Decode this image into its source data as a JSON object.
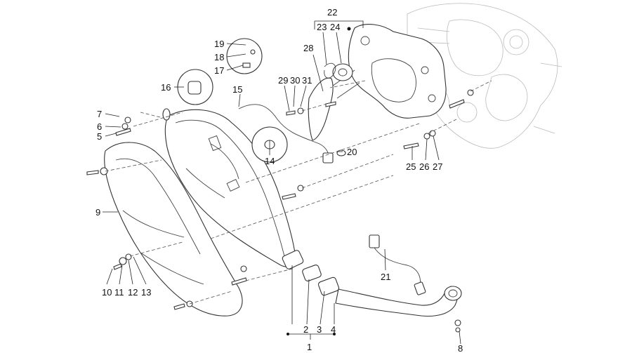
{
  "callouts": {
    "1": "1",
    "2": "2",
    "3": "3",
    "4": "4",
    "5": "5",
    "6": "6",
    "7": "7",
    "8": "8",
    "9": "9",
    "10": "10",
    "11": "11",
    "12": "12",
    "13": "13",
    "14": "14",
    "15": "15",
    "16": "16",
    "17": "17",
    "18": "18",
    "19": "19",
    "20": "20",
    "21": "21",
    "22": "22",
    "23": "23",
    "24": "24",
    "25": "25",
    "26": "26",
    "27": "27",
    "28": "28",
    "29": "29",
    "30": "30",
    "31": "31"
  }
}
